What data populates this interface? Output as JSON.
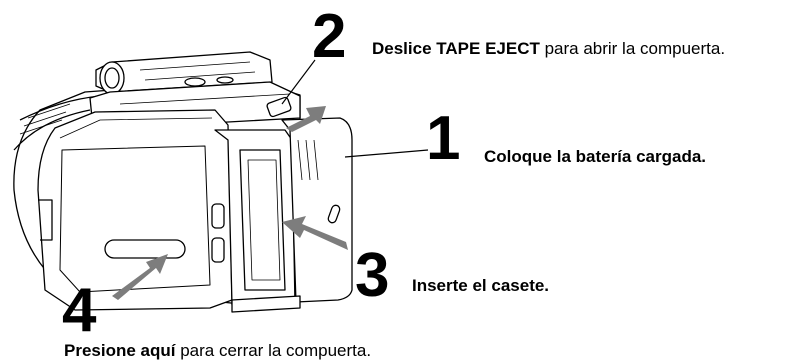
{
  "steps": [
    {
      "number": "2",
      "bold": "Deslice TAPE EJECT",
      "text": " para abrir la compuerta."
    },
    {
      "number": "1",
      "bold": "Coloque la batería cargada.",
      "text": ""
    },
    {
      "number": "3",
      "bold": "Inserte el casete.",
      "text": ""
    },
    {
      "number": "4",
      "bold": "Presione aquí",
      "text": " para cerrar la compuerta."
    }
  ],
  "colors": {
    "arrow": "#7d7d7d",
    "line": "#000000",
    "background": "#ffffff"
  }
}
